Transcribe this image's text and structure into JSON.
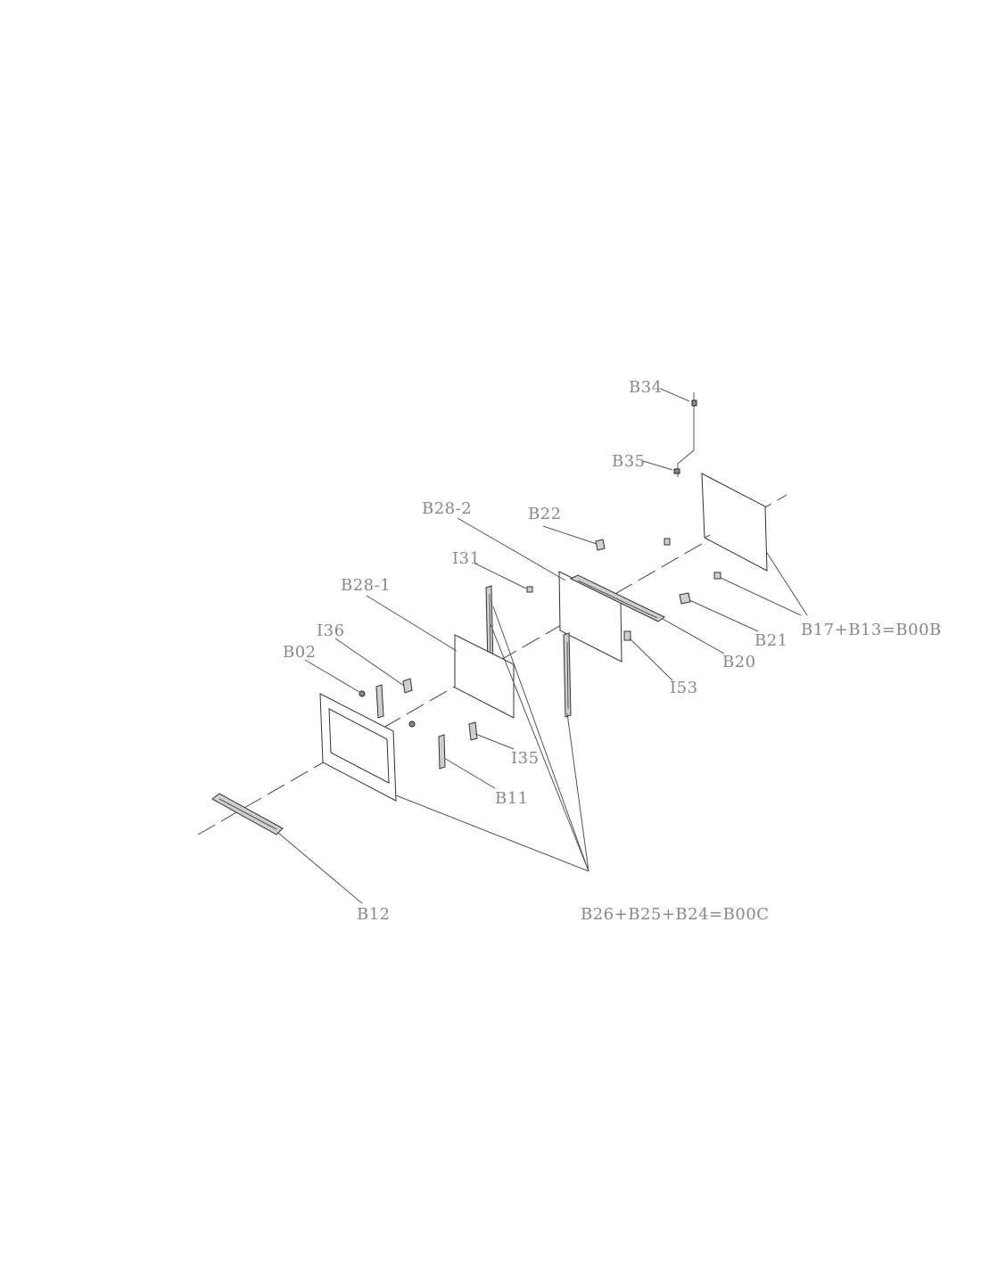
{
  "labels": {
    "b34": "B34",
    "b35": "B35",
    "b22": "B22",
    "b28_2": "B28-2",
    "i31": "I31",
    "b28_1": "B28-1",
    "i36": "I36",
    "b02": "B02",
    "b21": "B21",
    "b20": "B20",
    "i53": "I53",
    "i35": "I35",
    "b11": "B11",
    "b12": "B12",
    "group_b00b": "B17+B13=B00B",
    "group_b00c": "B26+B25+B24=B00C"
  },
  "colors": {
    "label": "#888888",
    "line": "#444444",
    "background": "#ffffff"
  }
}
